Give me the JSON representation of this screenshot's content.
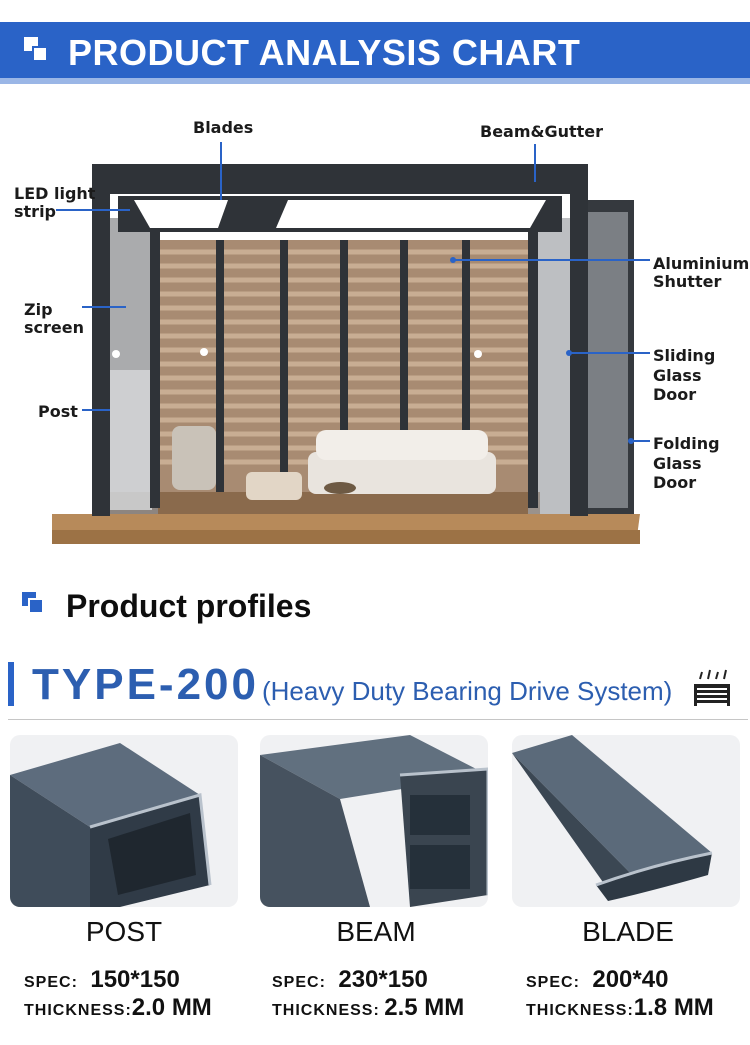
{
  "header": {
    "title": "PRODUCT ANALYSIS CHART"
  },
  "callouts": {
    "blades": "Blades",
    "beam_gutter": "Beam&Gutter",
    "led_line1": "LED light",
    "led_line2": "strip",
    "zip_line1": "Zip",
    "zip_line2": "screen",
    "post": "Post",
    "alu_line1": "Aluminium",
    "alu_line2": "Shutter",
    "sliding_line1": "Sliding",
    "sliding_line2": "Glass Door",
    "folding_line1": "Folding",
    "folding_line2": "Glass Door"
  },
  "section": {
    "title": "Product profiles"
  },
  "type": {
    "name": "TYPE-200",
    "subtitle": "(Heavy Duty Bearing Drive System)",
    "icon": "rain-shelter-icon"
  },
  "products": [
    {
      "name": "POST",
      "spec_label": "SPEC:",
      "spec": "150*150",
      "thickness_label": "THICKNESS:",
      "thickness": "2.0 MM"
    },
    {
      "name": "BEAM",
      "spec_label": "SPEC:",
      "spec": "230*150",
      "thickness_label": "THICKNESS:",
      "thickness": "2.5 MM"
    },
    {
      "name": "BLADE",
      "spec_label": "SPEC:",
      "spec": "200*40",
      "thickness_label": "THICKNESS:",
      "thickness": "1.8 MM"
    }
  ],
  "colors": {
    "accent": "#2a63c7",
    "frame": "#2f3338",
    "profile": "#4d5b6b"
  }
}
